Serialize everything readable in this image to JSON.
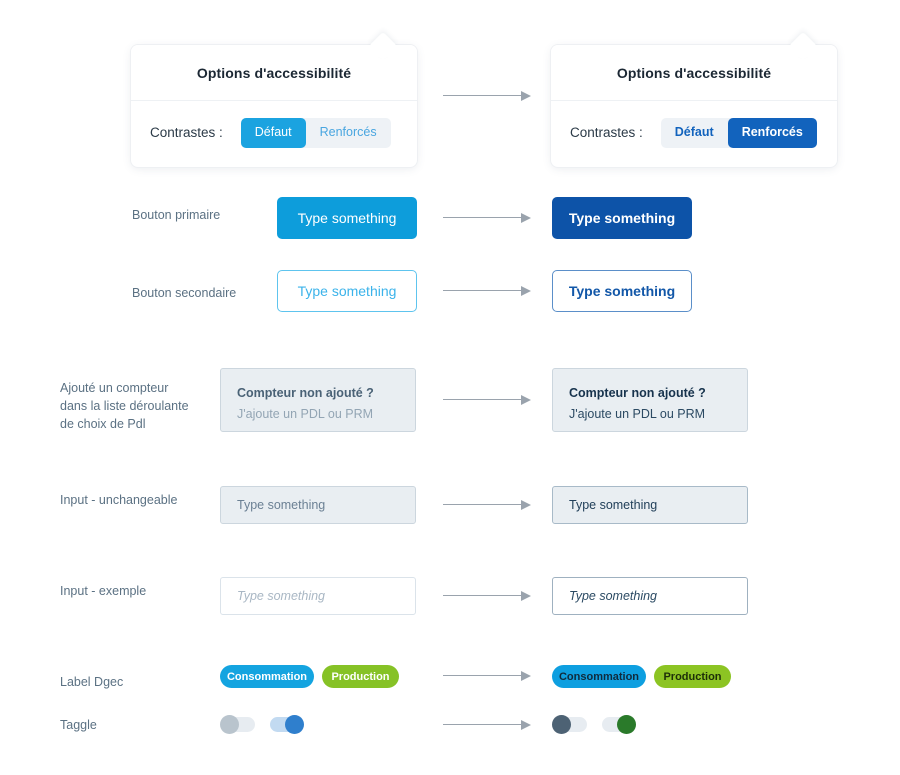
{
  "accessibility_cards": [
    {
      "variant": "default",
      "title": "Options d'accessibilité",
      "control_label": "Contrastes :",
      "options": [
        "Défaut",
        "Renforcés"
      ],
      "selected": "Défaut"
    },
    {
      "variant": "renforces",
      "title": "Options d'accessibilité",
      "control_label": "Contrastes :",
      "options": [
        "Défaut",
        "Renforcés"
      ],
      "selected": "Renforcés"
    }
  ],
  "rows": {
    "primary_button": {
      "label": "Bouton primaire",
      "left_text": "Type something",
      "right_text": "Type something"
    },
    "secondary_button": {
      "label": "Bouton secondaire",
      "left_text": "Type something",
      "right_text": "Type something"
    },
    "counter_dropdown": {
      "label": "Ajouté un compteur\ndans la liste déroulante\nde choix de Pdl",
      "label_line1": "Ajouté un compteur",
      "label_line2": "dans la liste déroulante",
      "label_line3": "de choix de Pdl",
      "title": "Compteur non ajouté ?",
      "subtitle": "J'ajoute un PDL ou PRM"
    },
    "input_unchangeable": {
      "label": "Input - unchangeable",
      "value": "Type something"
    },
    "input_exemple": {
      "label": "Input - exemple",
      "placeholder": "Type something"
    },
    "label_dgec": {
      "label": "Label Dgec",
      "badges": [
        "Consommation",
        "Production"
      ]
    },
    "toggle": {
      "label": "Taggle",
      "states": [
        "off",
        "on"
      ]
    }
  },
  "colors": {
    "accent_default": "#0d9ddb",
    "accent_renforce": "#0d53a8",
    "badge_consommation": "#14a4e0",
    "badge_production": "#86c226",
    "toggle_on_default": "#2f7fcd",
    "toggle_on_renforce": "#2a7a2a",
    "toggle_off_renforce": "#4d6274",
    "arrow": "#9aa3ad",
    "box_fill": "#e9eef2"
  }
}
